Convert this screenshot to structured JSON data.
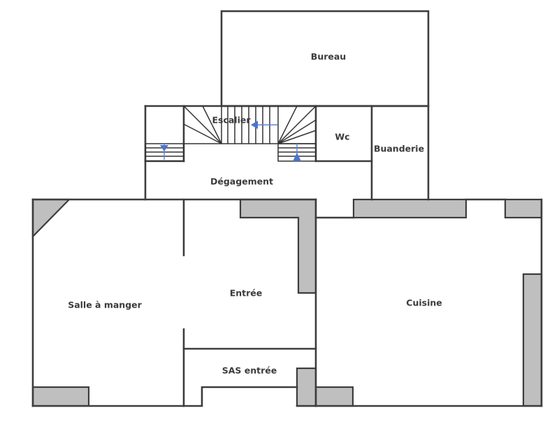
{
  "plan": {
    "type": "floor-plan",
    "colors": {
      "wall": "#3d3d3d",
      "fixture_fill": "#bfbfbf",
      "stair_arrow": "#4a74cf",
      "background": "#ffffff"
    },
    "rooms": [
      {
        "id": "bureau",
        "label": "Bureau"
      },
      {
        "id": "escalier",
        "label": "Escalier"
      },
      {
        "id": "wc",
        "label": "Wc"
      },
      {
        "id": "buanderie",
        "label": "Buanderie"
      },
      {
        "id": "degagement",
        "label": "Dégagement"
      },
      {
        "id": "salle-a-manger",
        "label": "Salle à manger"
      },
      {
        "id": "entree",
        "label": "Entrée"
      },
      {
        "id": "cuisine",
        "label": "Cuisine"
      },
      {
        "id": "sas-entree",
        "label": "SAS entrée"
      }
    ],
    "icons": [
      "stair-direction-arrow-left",
      "stair-down-arrow",
      "stair-up-arrow"
    ]
  }
}
